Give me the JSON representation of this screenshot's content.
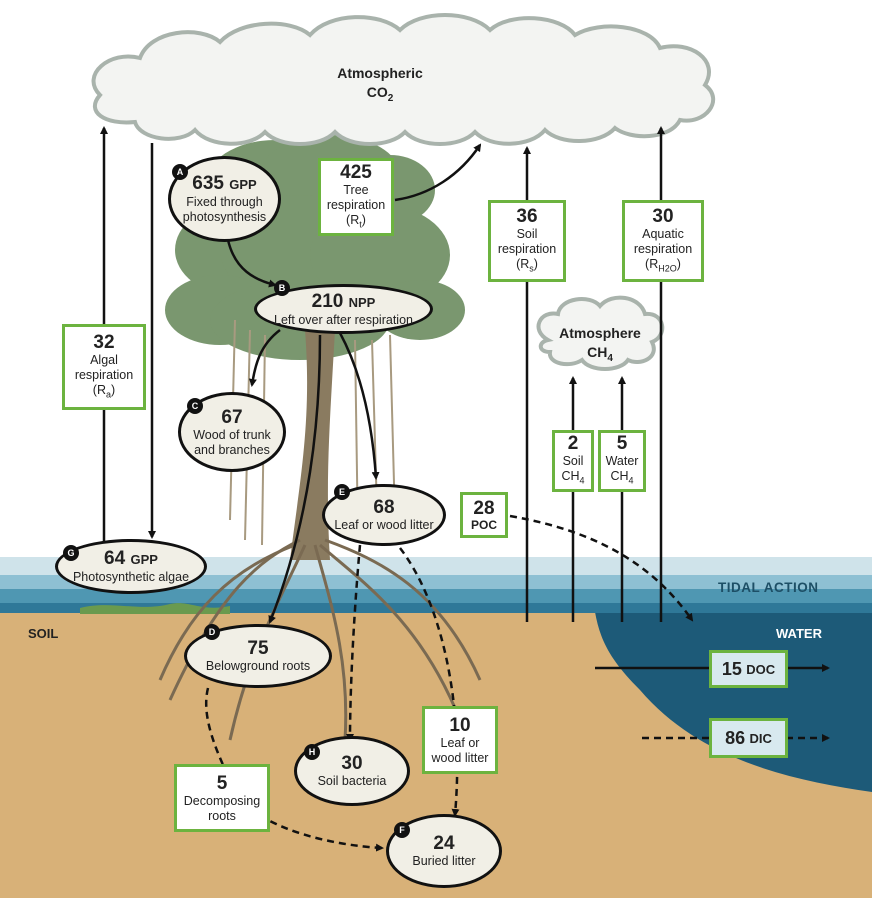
{
  "cloud_co2": {
    "title": "Atmospheric",
    "formula": "CO",
    "sub": "2"
  },
  "cloud_ch4": {
    "title": "Atmosphere",
    "formula": "CH",
    "sub": "4"
  },
  "labels": {
    "tidal": "TIDAL ACTION",
    "soil": "SOIL",
    "water": "WATER"
  },
  "nodes": {
    "a": {
      "badge": "A",
      "value": "635",
      "unit": "GPP",
      "line1": "Fixed through",
      "line2": "photosynthesis"
    },
    "b": {
      "badge": "B",
      "value": "210",
      "unit": "NPP",
      "line1": "Left over after respiration"
    },
    "c": {
      "badge": "C",
      "value": "67",
      "line1": "Wood of trunk",
      "line2": "and branches"
    },
    "d": {
      "badge": "D",
      "value": "75",
      "line1": "Belowground roots"
    },
    "e": {
      "badge": "E",
      "value": "68",
      "line1": "Leaf or wood litter"
    },
    "f": {
      "badge": "F",
      "value": "24",
      "line1": "Buried litter"
    },
    "g": {
      "badge": "G",
      "value": "64",
      "unit": "GPP",
      "line1": "Photosynthetic algae"
    },
    "h": {
      "badge": "H",
      "value": "30",
      "line1": "Soil bacteria"
    }
  },
  "boxes": {
    "tree_resp": {
      "value": "425",
      "line1": "Tree",
      "line2": "respiration",
      "sym": "R",
      "sub": "t"
    },
    "soil_resp": {
      "value": "36",
      "line1": "Soil",
      "line2": "respiration",
      "sym": "R",
      "sub": "s"
    },
    "aquatic_resp": {
      "value": "30",
      "line1": "Aquatic",
      "line2": "respiration",
      "sym": "R",
      "sub": "H2O"
    },
    "algal_resp": {
      "value": "32",
      "line1": "Algal",
      "line2": "respiration",
      "sym": "R",
      "sub": "a"
    },
    "soil_ch4": {
      "value": "2",
      "line1": "Soil",
      "formula": "CH",
      "sub": "4"
    },
    "water_ch4": {
      "value": "5",
      "line1": "Water",
      "formula": "CH",
      "sub": "4"
    },
    "poc": {
      "value": "28",
      "unit": "POC"
    },
    "leaf_litter": {
      "value": "10",
      "line1": "Leaf or",
      "line2": "wood litter"
    },
    "decomp": {
      "value": "5",
      "line1": "Decomposing",
      "line2": "roots"
    },
    "doc": {
      "value": "15",
      "unit": "DOC"
    },
    "dic": {
      "value": "86",
      "unit": "DIC"
    }
  },
  "colors": {
    "soil": "#d8b178",
    "water_deep": "#1d5a78",
    "tidal": "#4f97b2",
    "green": "#6cb33f",
    "ellipse": "#f1efe6",
    "foliage": "#6f8f63",
    "cloud": "#f3f4f2"
  }
}
